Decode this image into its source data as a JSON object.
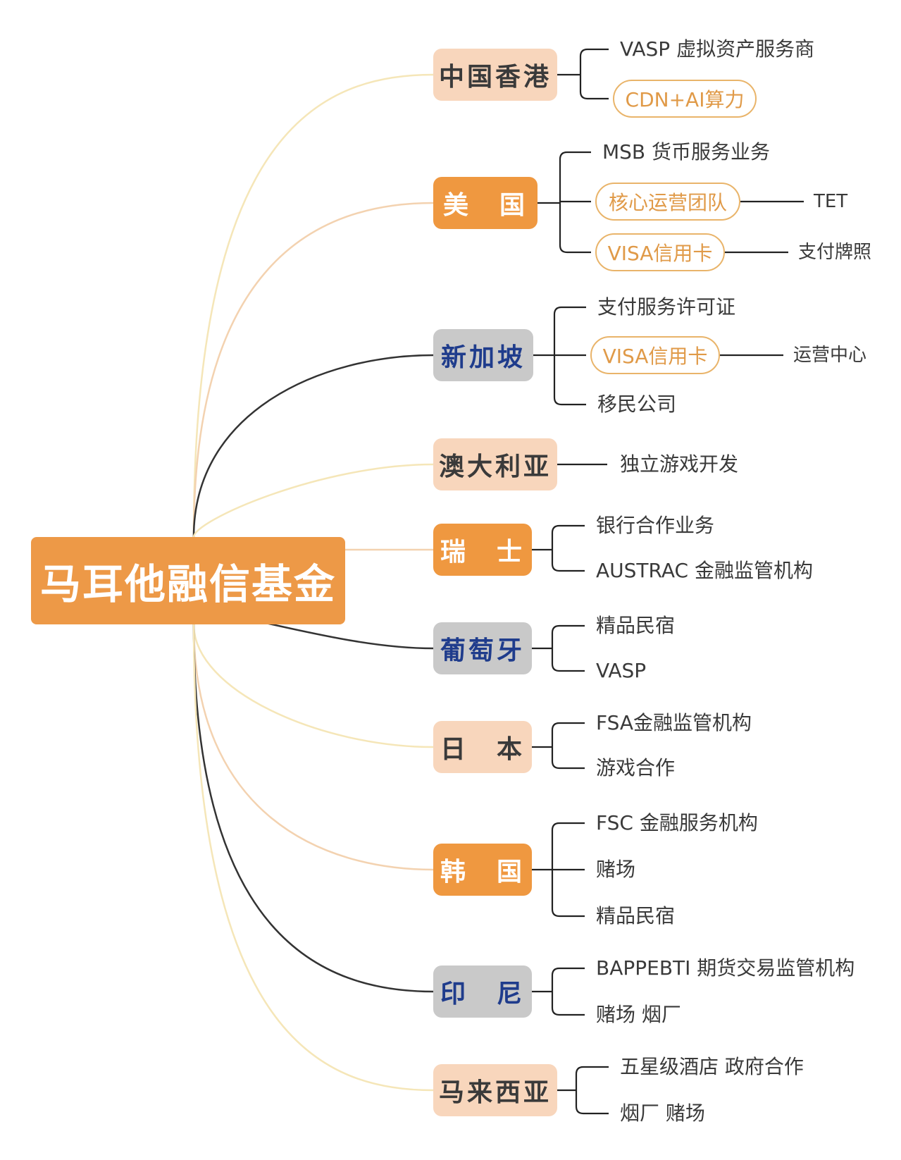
{
  "root": {
    "label": "马耳他融信基金"
  },
  "branches": [
    {
      "label": "中国香港",
      "style": "light",
      "children": [
        {
          "label": "VASP  虚拟资产服务商"
        },
        {
          "label": "CDN+AI算力",
          "pill": true
        }
      ]
    },
    {
      "label": "美　国",
      "style": "orange",
      "children": [
        {
          "label": "MSB  货币服务业务"
        },
        {
          "label": "核心运营团队",
          "pill": true,
          "tail": "TET"
        },
        {
          "label": "VISA信用卡",
          "pill": true,
          "tail": "支付牌照"
        }
      ]
    },
    {
      "label": "新加坡",
      "style": "gray",
      "children": [
        {
          "label": "支付服务许可证"
        },
        {
          "label": "VISA信用卡",
          "pill": true,
          "tail": "运营中心"
        },
        {
          "label": "移民公司"
        }
      ]
    },
    {
      "label": "澳大利亚",
      "style": "light",
      "children": [
        {
          "label": "独立游戏开发"
        }
      ]
    },
    {
      "label": "瑞　士",
      "style": "orange",
      "children": [
        {
          "label": "银行合作业务"
        },
        {
          "label": "AUSTRAC 金融监管机构"
        }
      ]
    },
    {
      "label": "葡萄牙",
      "style": "gray",
      "children": [
        {
          "label": "精品民宿"
        },
        {
          "label": "VASP"
        }
      ]
    },
    {
      "label": "日　本",
      "style": "light",
      "children": [
        {
          "label": "FSA金融监管机构"
        },
        {
          "label": "游戏合作"
        }
      ]
    },
    {
      "label": "韩　国",
      "style": "orange",
      "children": [
        {
          "label": "FSC 金融服务机构"
        },
        {
          "label": "赌场"
        },
        {
          "label": "精品民宿"
        }
      ]
    },
    {
      "label": "印　尼",
      "style": "gray",
      "children": [
        {
          "label": "BAPPEBTI 期货交易监管机构"
        },
        {
          "label": "赌场 烟厂"
        }
      ]
    },
    {
      "label": "马来西亚",
      "style": "light",
      "children": [
        {
          "label": "五星级酒店  政府合作"
        },
        {
          "label": "烟厂  赌场"
        }
      ]
    }
  ],
  "colors": {
    "root": "#ED9947",
    "light_node": "#F8D6BC",
    "orange_node": "#EF9840",
    "gray_node": "#C9C9C9",
    "gray_text": "#1F3C8C",
    "pill_border": "#E9B46A",
    "pill_text": "#E09A48",
    "curve_light": "#F5E6B8",
    "curve_orange": "#F3D2B0",
    "curve_dark": "#333333",
    "bracket": "#222222"
  }
}
